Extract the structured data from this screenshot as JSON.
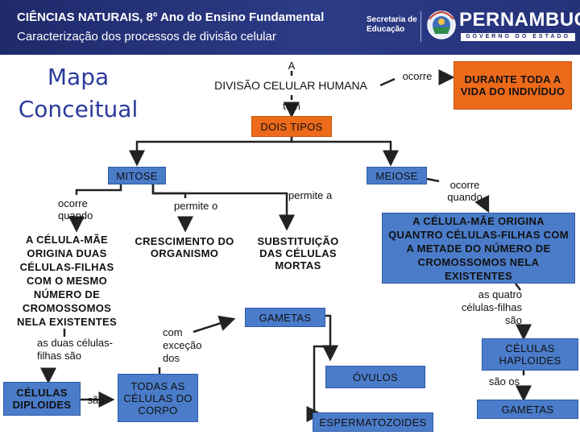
{
  "header": {
    "title": "CIÊNCIAS NATURAIS, 8º Ano do Ensino Fundamental",
    "subtitle": "Caracterização dos processos de divisão celular",
    "secretaria_line1": "Secretaria de",
    "secretaria_line2": "Educação",
    "brand": "PERNAMBUCO",
    "brand_sub": "GOVERNO DO ESTADO"
  },
  "heading": {
    "line1": "Mapa",
    "line2": "Conceitual"
  },
  "nodes": {
    "a": "A",
    "divisao": "DIVISÃO CELULAR HUMANA",
    "ocorre_top": "ocorre",
    "durante": "DURANTE TODA A VIDA DO INDIVÍDUO",
    "tem": "tem",
    "dois_tipos": "DOIS TIPOS",
    "mitose": "MITOSE",
    "meiose": "MEIOSE",
    "ocorre_quando_left": "ocorre quando",
    "permite_o": "permite o",
    "permite_a": "permite a",
    "ocorre_quando_right": "ocorre quando",
    "celula_mae_mitose": "A CÉLULA-MÃE ORIGINA DUAS CÉLULAS-FILHAS COM O MESMO NÚMERO DE CROMOSSOMOS NELA EXISTENTES",
    "crescimento": "CRESCIMENTO DO ORGANISMO",
    "substituicao": "SUBSTITUIÇÃO DAS CÉLULAS MORTAS",
    "celula_mae_meiose": "A CÉLULA-MÃE ORIGINA QUANTRO CÉLULAS-FILHAS COM A METADE DO NÚMERO DE CROMOSSOMOS NELA EXISTENTES",
    "as_duas": "as duas células-filhas são",
    "com_excecao": "com exceção dos",
    "gametas_mid": "GAMETAS",
    "as_quatro": "as quatro células-filhas são",
    "celulas_diploides": "CÉLULAS DIPLOIDES",
    "sao": "são",
    "todas": "TODAS AS CÉLULAS DO CORPO",
    "ovulos": "ÓVULOS",
    "celulas_haploides": "CÉLULAS HAPLOIDES",
    "sao_os": "são os",
    "gametas_right": "GAMETAS",
    "espermatozoides": "ESPERMATOZOIDES"
  },
  "colors": {
    "header_bg": "#1f2a6b",
    "heading_text": "#2b3a9a",
    "blue_box": "#4a7cc9",
    "orange_box": "#ec6a1a",
    "line": "#222222"
  }
}
